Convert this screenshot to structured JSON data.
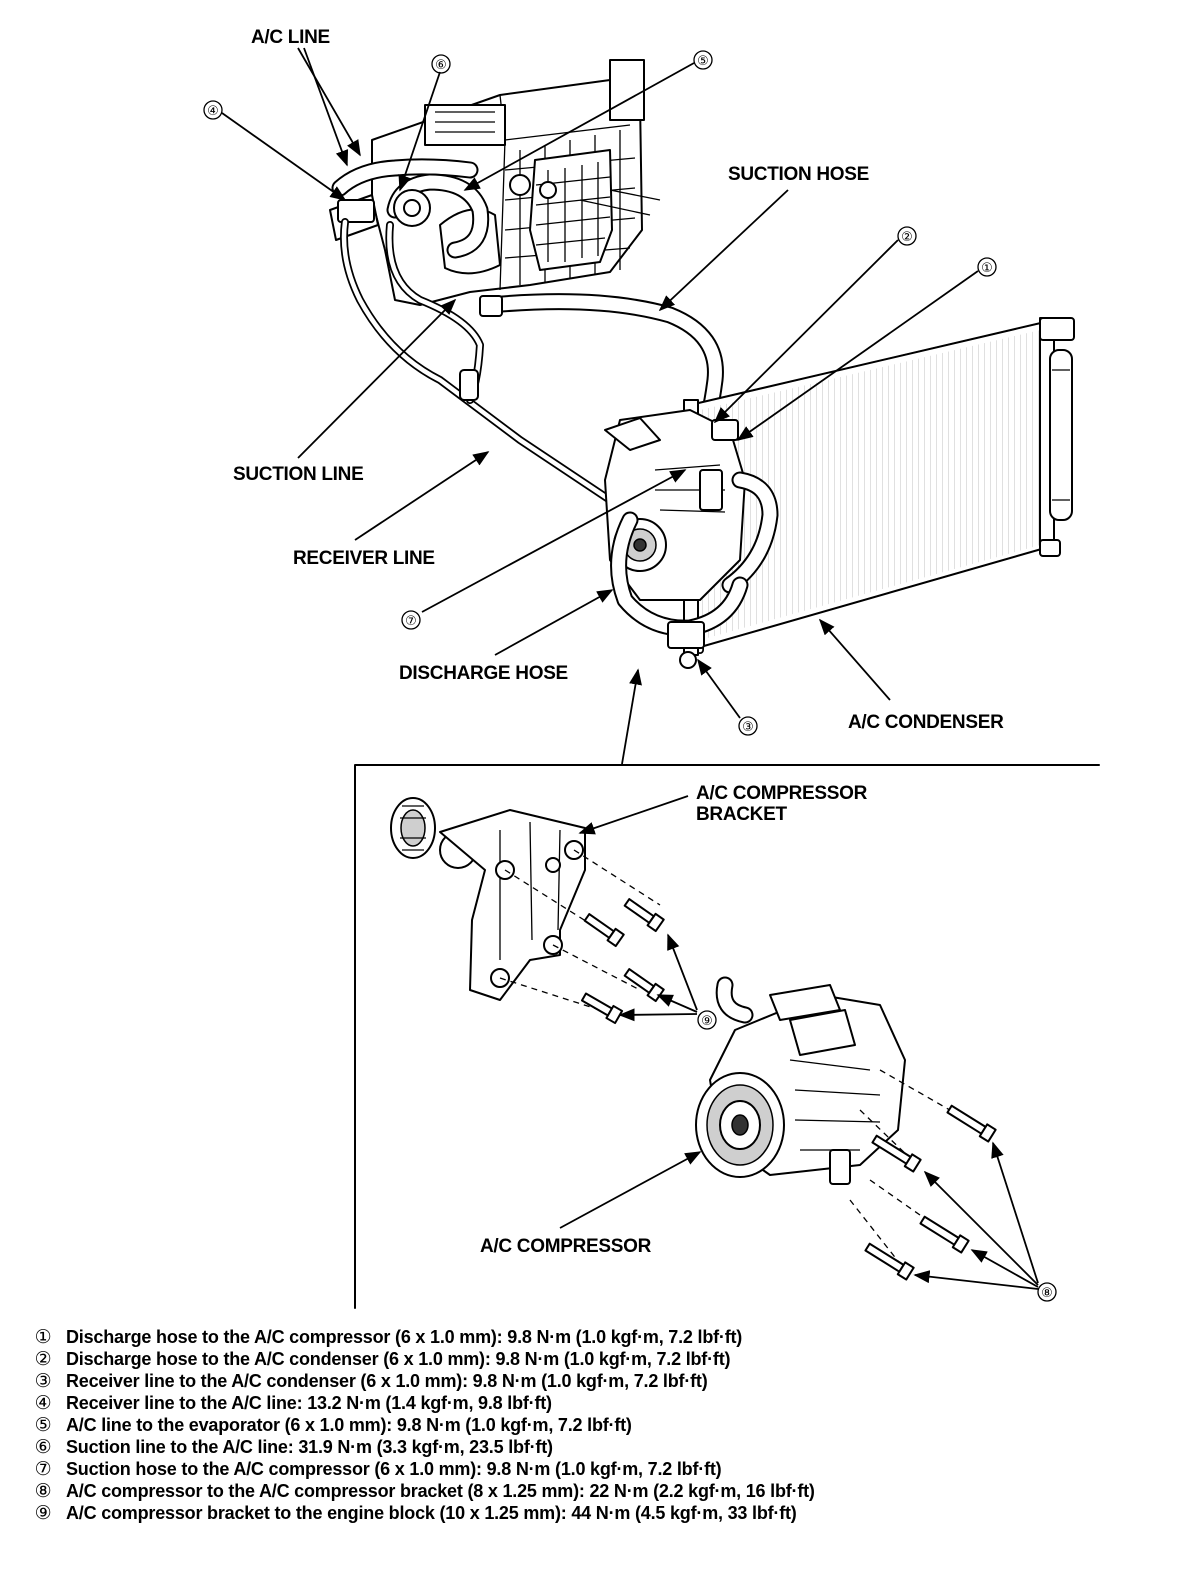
{
  "labels": {
    "ac_line": "A/C LINE",
    "suction_hose": "SUCTION HOSE",
    "suction_line": "SUCTION LINE",
    "receiver_line": "RECEIVER LINE",
    "discharge_hose": "DISCHARGE HOSE",
    "ac_condenser": "A/C CONDENSER",
    "ac_compressor_bracket_1": "A/C COMPRESSOR",
    "ac_compressor_bracket_2": "BRACKET",
    "ac_compressor": "A/C COMPRESSOR"
  },
  "callouts": [
    "①",
    "②",
    "③",
    "④",
    "⑤",
    "⑥",
    "⑦",
    "⑧",
    "⑨"
  ],
  "specs": [
    {
      "marker": "①",
      "text": "Discharge hose to the A/C compressor (6 x 1.0 mm): 9.8 N·m (1.0 kgf·m, 7.2 lbf·ft)"
    },
    {
      "marker": "②",
      "text": "Discharge hose to the A/C condenser (6 x 1.0 mm): 9.8 N·m (1.0 kgf·m, 7.2 lbf·ft)"
    },
    {
      "marker": "③",
      "text": "Receiver line to the A/C condenser (6 x 1.0 mm): 9.8 N·m (1.0 kgf·m, 7.2 lbf·ft)"
    },
    {
      "marker": "④",
      "text": "Receiver line to the A/C line: 13.2 N·m (1.4 kgf·m, 9.8 lbf·ft)"
    },
    {
      "marker": "⑤",
      "text": "A/C line to the evaporator (6 x 1.0 mm): 9.8 N·m (1.0 kgf·m, 7.2 lbf·ft)"
    },
    {
      "marker": "⑥",
      "text": "Suction line to the A/C line: 31.9 N·m (3.3 kgf·m, 23.5 lbf·ft)"
    },
    {
      "marker": "⑦",
      "text": "Suction hose to the A/C compressor (6 x 1.0 mm): 9.8 N·m (1.0 kgf·m, 7.2 lbf·ft)"
    },
    {
      "marker": "⑧",
      "text": "A/C compressor to the A/C compressor bracket (8 x 1.25 mm): 22 N·m (2.2 kgf·m, 16 lbf·ft)"
    },
    {
      "marker": "⑨",
      "text": "A/C compressor bracket to the engine block (10 x 1.25 mm): 44 N·m (4.5 kgf·m, 33 lbf·ft)"
    }
  ]
}
